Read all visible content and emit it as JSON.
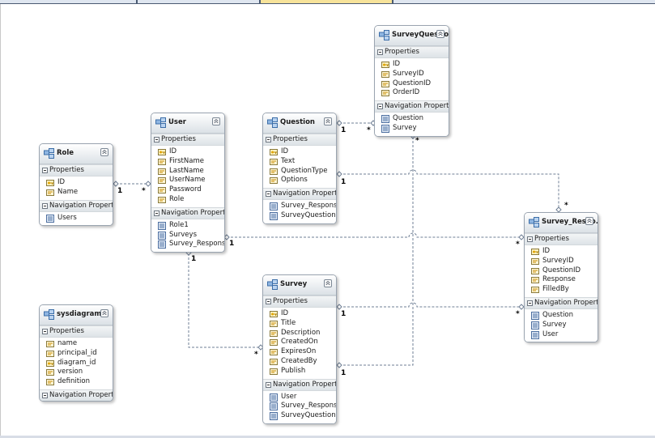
{
  "colors": {
    "canvas_bg": "#ffffff",
    "entity_bg": "#f0f2f2",
    "entity_border": "#9aa4b0",
    "connector": "#6f7f95",
    "tab_bar": "#4a5a72",
    "tab_active": "#f7e39a"
  },
  "icons": {
    "entity": "entity-type-icon",
    "key_property": "key-property-icon",
    "scalar_property": "scalar-property-icon",
    "navigation_property": "navigation-property-icon",
    "collapse": "collapse-chevron-icon",
    "section_toggle": "minus-box-icon"
  },
  "entities": [
    {
      "id": "role",
      "name": "Role",
      "properties": [
        {
          "name": "ID",
          "key": true
        },
        {
          "name": "Name",
          "key": false
        }
      ],
      "navigation": [
        "Users"
      ],
      "properties_label": "Properties",
      "navigation_label": "Navigation Properties"
    },
    {
      "id": "user",
      "name": "User",
      "properties": [
        {
          "name": "ID",
          "key": true
        },
        {
          "name": "FirstName",
          "key": false
        },
        {
          "name": "LastName",
          "key": false
        },
        {
          "name": "UserName",
          "key": false
        },
        {
          "name": "Password",
          "key": false
        },
        {
          "name": "Role",
          "key": false
        }
      ],
      "navigation": [
        "Role1",
        "Surveys",
        "Survey_Response"
      ],
      "properties_label": "Properties",
      "navigation_label": "Navigation Properties"
    },
    {
      "id": "question",
      "name": "Question",
      "properties": [
        {
          "name": "ID",
          "key": true
        },
        {
          "name": "Text",
          "key": false
        },
        {
          "name": "QuestionType",
          "key": false
        },
        {
          "name": "Options",
          "key": false
        }
      ],
      "navigation": [
        "Survey_Response",
        "SurveyQuestions"
      ],
      "properties_label": "Properties",
      "navigation_label": "Navigation Properties"
    },
    {
      "id": "surveyquestion",
      "name": "SurveyQuestion",
      "properties": [
        {
          "name": "ID",
          "key": true
        },
        {
          "name": "SurveyID",
          "key": false
        },
        {
          "name": "QuestionID",
          "key": false
        },
        {
          "name": "OrderID",
          "key": false
        }
      ],
      "navigation": [
        "Question",
        "Survey"
      ],
      "properties_label": "Properties",
      "navigation_label": "Navigation Properties"
    },
    {
      "id": "surveyresponse",
      "name": "Survey_Respo...",
      "properties": [
        {
          "name": "ID",
          "key": true
        },
        {
          "name": "SurveyID",
          "key": false
        },
        {
          "name": "QuestionID",
          "key": false
        },
        {
          "name": "Response",
          "key": false
        },
        {
          "name": "FilledBy",
          "key": false
        }
      ],
      "navigation": [
        "Question",
        "Survey",
        "User"
      ],
      "properties_label": "Properties",
      "navigation_label": "Navigation Properties"
    },
    {
      "id": "survey",
      "name": "Survey",
      "properties": [
        {
          "name": "ID",
          "key": true
        },
        {
          "name": "Title",
          "key": false
        },
        {
          "name": "Description",
          "key": false
        },
        {
          "name": "CreatedOn",
          "key": false
        },
        {
          "name": "ExpiresOn",
          "key": false
        },
        {
          "name": "CreatedBy",
          "key": false
        },
        {
          "name": "Publish",
          "key": false
        }
      ],
      "navigation": [
        "User",
        "Survey_Response",
        "SurveyQuestions"
      ],
      "properties_label": "Properties",
      "navigation_label": "Navigation Properties"
    },
    {
      "id": "sysdiagram",
      "name": "sysdiagram",
      "properties": [
        {
          "name": "name",
          "key": false
        },
        {
          "name": "principal_id",
          "key": false
        },
        {
          "name": "diagram_id",
          "key": true
        },
        {
          "name": "version",
          "key": false
        },
        {
          "name": "definition",
          "key": false
        }
      ],
      "navigation": [],
      "properties_label": "Properties",
      "navigation_label": "Navigation Properties"
    }
  ],
  "associations": [
    {
      "from": "role",
      "to": "user",
      "from_mult": "1",
      "to_mult": "*"
    },
    {
      "from": "question",
      "to": "surveyquestion",
      "from_mult": "1",
      "to_mult": "*"
    },
    {
      "from": "question",
      "to": "surveyresponse",
      "from_mult": "1",
      "to_mult": "*"
    },
    {
      "from": "user",
      "to": "surveyresponse",
      "from_mult": "1",
      "to_mult": "*"
    },
    {
      "from": "user",
      "to": "survey",
      "from_mult": "1",
      "to_mult": "*"
    },
    {
      "from": "survey",
      "to": "surveyresponse",
      "from_mult": "1",
      "to_mult": "*"
    },
    {
      "from": "survey",
      "to": "surveyquestion",
      "from_mult": "1",
      "to_mult": "*"
    }
  ]
}
